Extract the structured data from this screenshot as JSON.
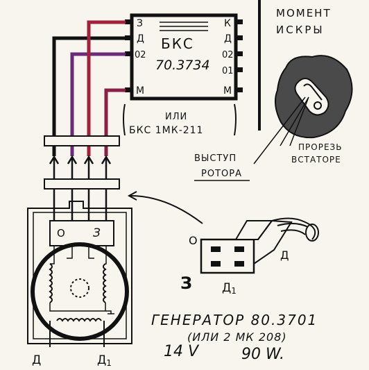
{
  "colors": {
    "paper": "#f7f5ee",
    "ink": "#111111",
    "wire_black": "#111111",
    "wire_red": "#a3203a",
    "wire_purple": "#6b2a7a",
    "stator": "#4a4a4a"
  },
  "module": {
    "title": "БКС",
    "number": "70.3734",
    "pins_left": [
      "З",
      "Д",
      "02",
      "М"
    ],
    "pins_right": [
      "К",
      "Д",
      "02",
      "01",
      "М"
    ],
    "alt_or": "ИЛИ",
    "alt_name": "БКС 1МК-211"
  },
  "spark": {
    "title_line1": "МОМЕНТ",
    "title_line2": "ИСКРЫ",
    "slot_line1": "ПРОРЕЗЬ",
    "slot_line2": "ВСТАТОРЕ",
    "rotor_line1": "ВЫСТУП",
    "rotor_line2": "РОТОРА"
  },
  "generator": {
    "label_o": "О",
    "label_z": "З",
    "label_d": "Д",
    "label_d1": "Д",
    "label_d1_sub": "1",
    "title": "ГЕНЕРАТОР 80.3701",
    "alt": "(ИЛИ 2 МК 208)",
    "voltage": "14 V",
    "power": "90 W."
  },
  "connector": {
    "label_o": "О",
    "label_d": "Д",
    "label_z": "З",
    "label_d1": "Д",
    "label_d1_sub": "1"
  }
}
